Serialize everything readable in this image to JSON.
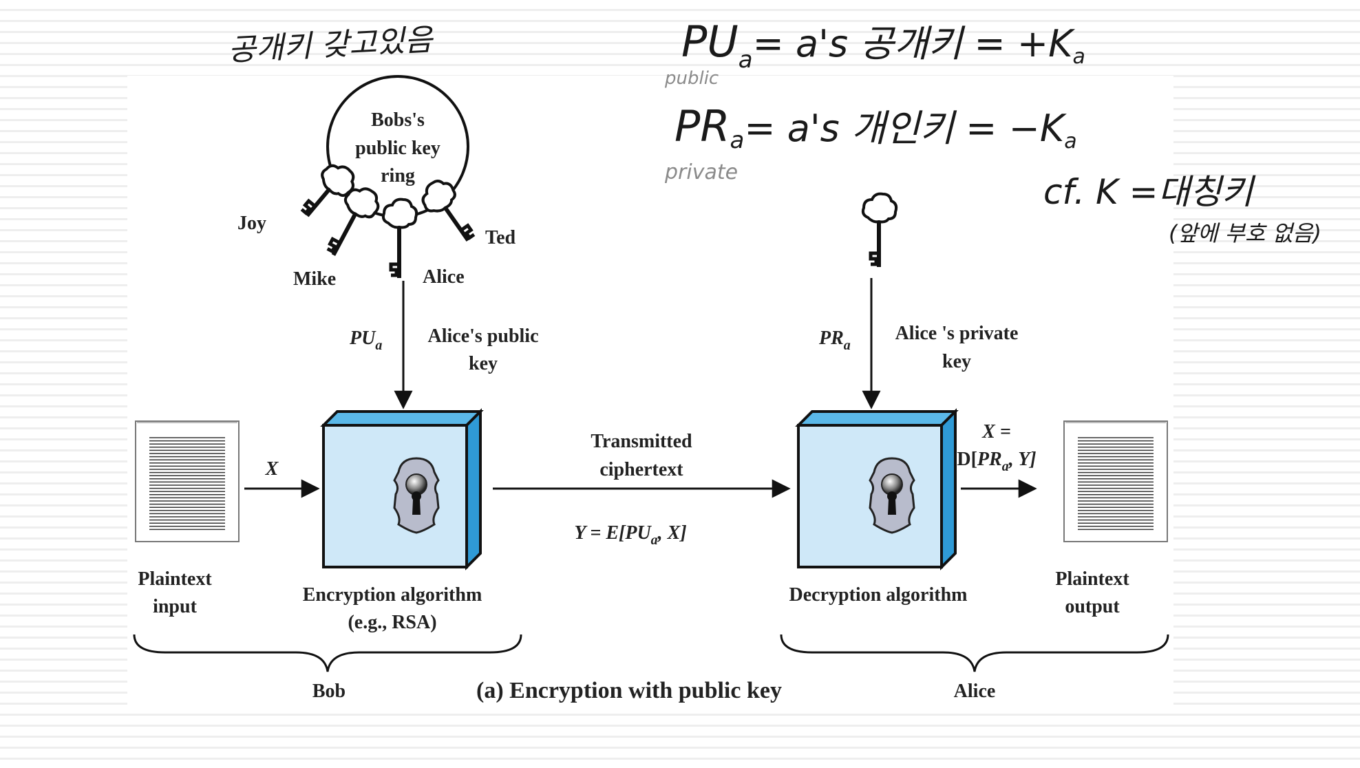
{
  "diagram": {
    "caption": "(a) Encryption with public key",
    "key_ring": {
      "title_lines": [
        "Bobs's",
        "public key",
        "ring"
      ],
      "key_names": [
        "Joy",
        "Mike",
        "Alice",
        "Ted"
      ]
    },
    "public_key": {
      "symbol": "PU",
      "subscript": "a",
      "label_lines": [
        "Alice's public",
        "key"
      ]
    },
    "private_key": {
      "symbol": "PR",
      "subscript": "a",
      "label_lines": [
        "Alice 's private",
        "key"
      ]
    },
    "input_arrow_label": "X",
    "plaintext_input_lines": [
      "Plaintext",
      "input"
    ],
    "encryption_lines": [
      "Encryption algorithm",
      "(e.g., RSA)"
    ],
    "transmitted_lines": [
      "Transmitted",
      "ciphertext"
    ],
    "ciphertext_formula": {
      "prefix": "Y = E[",
      "key": "PU",
      "sub": "a",
      "suffix": ", X]"
    },
    "decryption_label": "Decryption algorithm",
    "output_formula": {
      "line1": "X =",
      "prefix": "D[",
      "key": "PR",
      "sub": "a",
      "suffix": ", Y]"
    },
    "plaintext_output_lines": [
      "Plaintext",
      "output"
    ],
    "bob_label": "Bob",
    "alice_label": "Alice"
  },
  "annotations": {
    "top_left": "공개키 갖고있음",
    "pu_line": {
      "symbol": "PU",
      "sub": "a",
      "rest": "= a's 공개키 = +K",
      "rest_sub": "a"
    },
    "pu_note": "public",
    "pr_line": {
      "symbol": "PR",
      "sub": "a",
      "rest": "= a's 개인키 = −K",
      "rest_sub": "a"
    },
    "pr_note": "private",
    "cf_line": "cf. K  =대칭키",
    "cf_note": "(앞에 부호 없음)"
  },
  "colors": {
    "box_front": "#cfe8f8",
    "box_top": "#5bb8e8",
    "box_side": "#2f9ad6",
    "lock_plate": "#b8bccc",
    "ink": "#111111"
  }
}
